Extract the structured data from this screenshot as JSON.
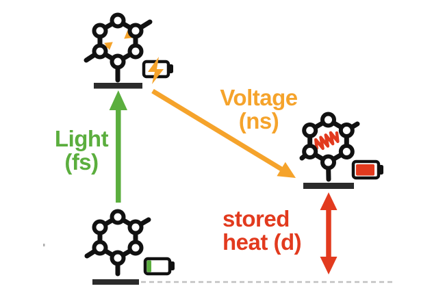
{
  "figure": {
    "type": "energy-level-diagram",
    "labels": {
      "light_line1": "Light",
      "light_line2": "(fs)",
      "voltage_line1": "Voltage",
      "voltage_line2": "(ns)",
      "heat_line1": "stored",
      "heat_line2": "heat (d)"
    },
    "colors": {
      "green": "#5BAE3E",
      "orange": "#F5A32B",
      "red": "#E23A1E",
      "ink": "#111111",
      "level_bar": "#2b2b2b",
      "dashed_baseline": "#C0C0C0"
    },
    "icons": {
      "excited_molecule": "hexagon-molecule-with-charge-transfer-arrows",
      "hot_molecule": "hexagon-molecule-with-heat-zigzag",
      "ground_molecule": "hexagon-molecule",
      "charging_battery": "battery-charging-bolt-icon",
      "full_battery": "battery-full-red-icon",
      "low_battery": "battery-low-green-icon"
    }
  }
}
